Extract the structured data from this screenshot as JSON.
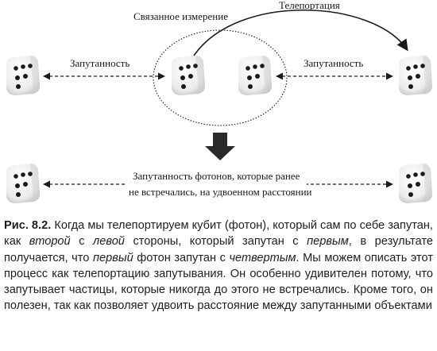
{
  "diagram": {
    "label_measurement": "Связанное измерение",
    "label_teleport": "Телепортация",
    "label_entangled_left": "Запутанность",
    "label_entangled_right": "Запутанность",
    "label_bottom_line1": "Запутанность фотонов, которые ранее",
    "label_bottom_line2": "не встречались, на удвоенном расстоянии"
  },
  "caption": {
    "lead": "Рис. 8.2.",
    "t1": " Когда мы телепортируем кубит (фотон), который сам по себе запутан, как ",
    "i1": "второй",
    "t2": " с ",
    "i2": "левой",
    "t3": " стороны, который запутан с ",
    "i3": "первым",
    "t4": ", в результате получается, что ",
    "i4": "первый",
    "t5": " фотон запутан с ",
    "i5": "четвертым",
    "t6": ". Мы можем описать этот процесс как телепортацию запутывания. Он особенно удивителен потому, что запутывает частицы, которые никогда до этого не встречались. Кроме того, он полезен, так как позволяет удвоить расстояние между запутанными объектами"
  },
  "colors": {
    "ink": "#1a1a1a",
    "die_face": "#f4f4f4",
    "die_shadow": "#c9c9c9"
  }
}
